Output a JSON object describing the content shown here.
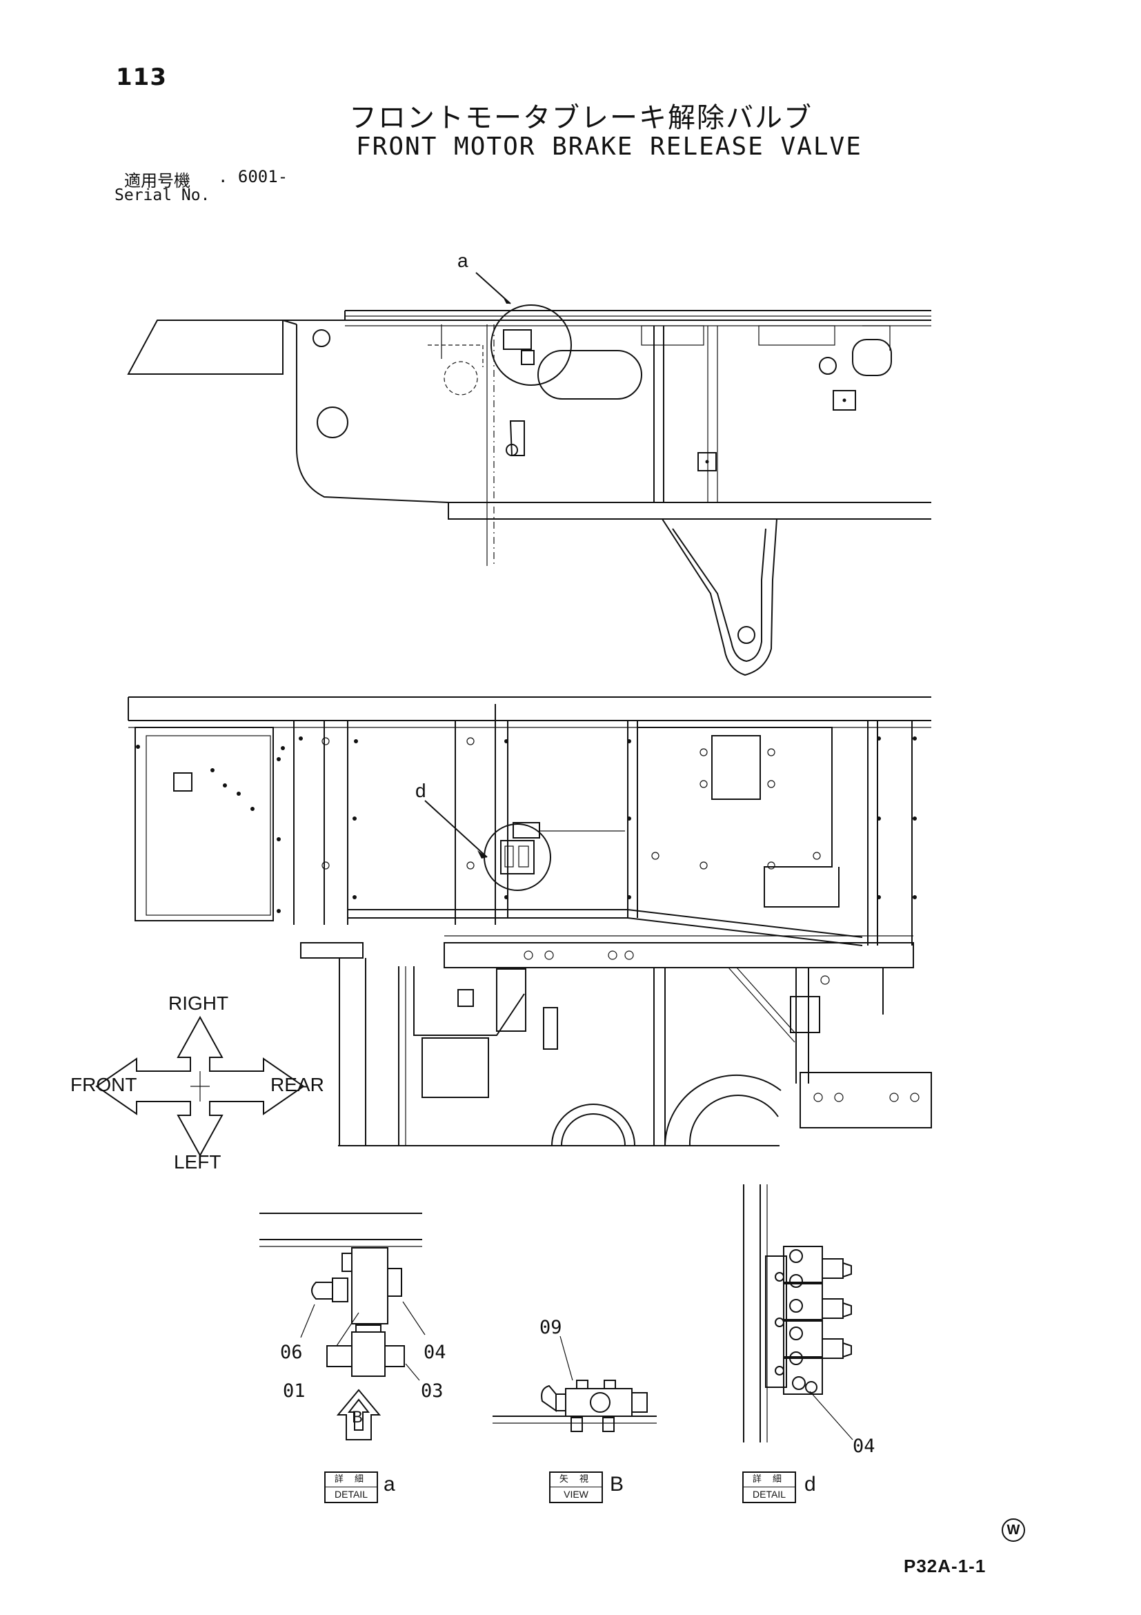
{
  "page": {
    "number": "113",
    "title_jp": "フロントモータブレーキ解除バルブ",
    "title_en": "FRONT MOTOR BRAKE RELEASE VALVE",
    "serial_label_jp": "適用号機",
    "serial_number": ". 6001-",
    "serial_label_en": "Serial No.",
    "ref_code": "P32A-1-1",
    "corner_mark": "W"
  },
  "callouts": {
    "top_view": "a",
    "side_view": "d"
  },
  "compass": {
    "up": "RIGHT",
    "left": "FRONT",
    "right": "REAR",
    "down": "LEFT"
  },
  "details": {
    "detail_a": {
      "tag_jp": "詳 細",
      "tag_en": "DETAIL",
      "letter": "a",
      "view_arrow": "B",
      "parts": [
        "06",
        "01",
        "04",
        "03"
      ]
    },
    "view_b": {
      "tag_jp": "矢 視",
      "tag_en": "VIEW",
      "letter": "B",
      "parts": [
        "09"
      ]
    },
    "detail_d": {
      "tag_jp": "詳 細",
      "tag_en": "DETAIL",
      "letter": "d",
      "parts": [
        "04"
      ]
    }
  }
}
